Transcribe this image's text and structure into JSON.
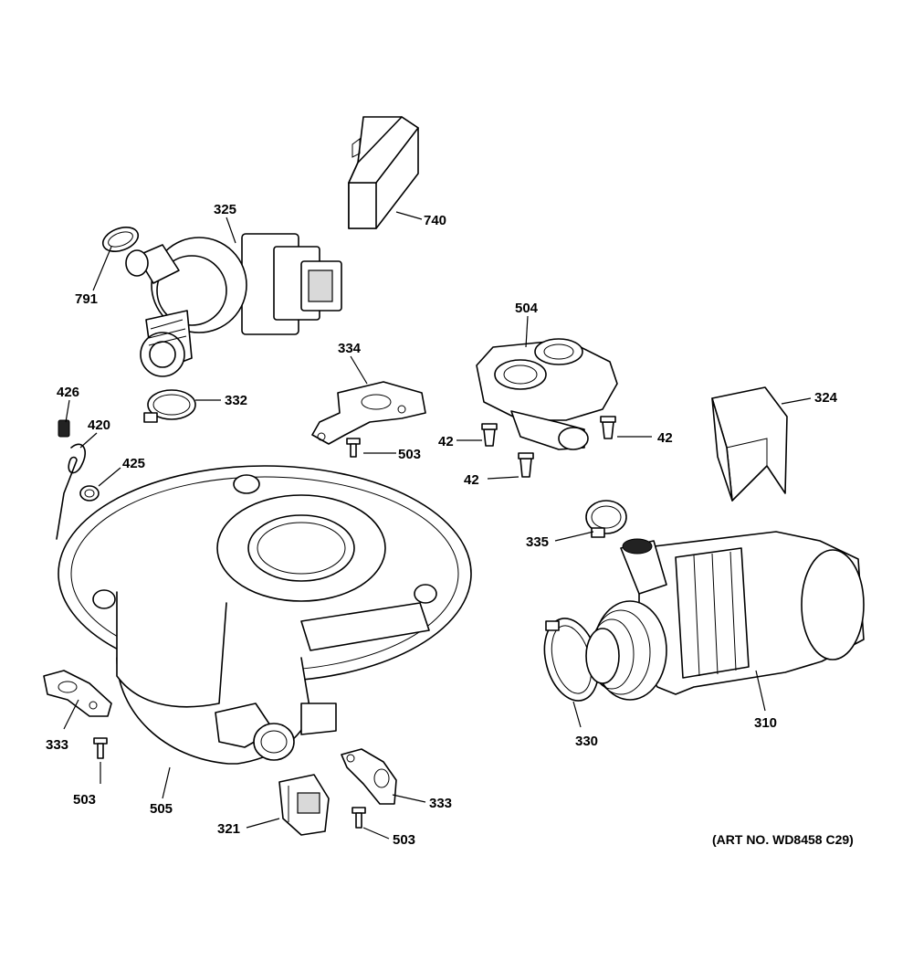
{
  "diagram": {
    "callouts": {
      "c740": "740",
      "c325": "325",
      "c791": "791",
      "c334": "334",
      "c504": "504",
      "c426": "426",
      "c332": "332",
      "c420": "420",
      "c425": "425",
      "c503a": "503",
      "c42a": "42",
      "c42b": "42",
      "c42c": "42",
      "c324": "324",
      "c335": "335",
      "c333a": "333",
      "c503b": "503",
      "c505": "505",
      "c330": "330",
      "c310": "310",
      "c321": "321",
      "c333b": "333",
      "c503c": "503"
    },
    "art_number": "(ART NO. WD8458 C29)"
  }
}
